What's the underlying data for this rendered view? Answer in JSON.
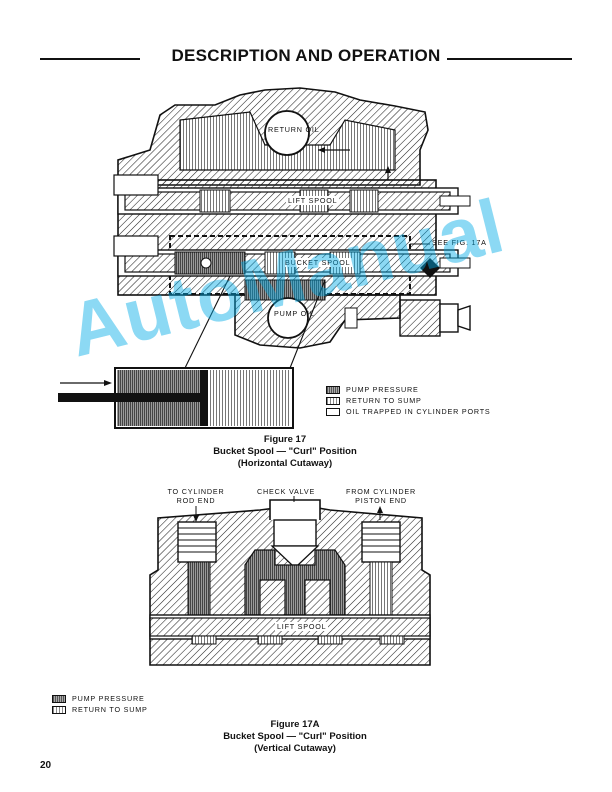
{
  "header": {
    "title": "DESCRIPTION AND OPERATION"
  },
  "figure17": {
    "labels": {
      "return_oil": "RETURN OIL",
      "lift_spool": "LIFT SPOOL",
      "bucket_spool": "BUCKET SPOOL",
      "pump_oil": "PUMP OIL",
      "see_fig": "SEE FIG. 17A"
    },
    "legend": [
      {
        "label": "PUMP PRESSURE",
        "pattern": "dense-hatch"
      },
      {
        "label": "RETURN TO SUMP",
        "pattern": "light-hatch"
      },
      {
        "label": "OIL TRAPPED IN CYLINDER PORTS",
        "pattern": "blank"
      }
    ],
    "caption": {
      "number": "Figure 17",
      "title": "Bucket Spool — \"Curl\" Position",
      "subtitle": "(Horizontal Cutaway)"
    }
  },
  "figure17a": {
    "labels": {
      "to_cylinder_rod_line1": "TO CYLINDER",
      "to_cylinder_rod_line2": "ROD END",
      "check_valve": "CHECK VALVE",
      "from_cylinder_line1": "FROM CYLINDER",
      "from_cylinder_line2": "PISTON END",
      "lift_spool": "LIFT SPOOL"
    },
    "legend": [
      {
        "label": "PUMP PRESSURE",
        "pattern": "dense-hatch"
      },
      {
        "label": "RETURN TO SUMP",
        "pattern": "light-hatch"
      }
    ],
    "caption": {
      "number": "Figure 17A",
      "title": "Bucket Spool — \"Curl\" Position",
      "subtitle": "(Vertical Cutaway)"
    }
  },
  "footer": {
    "page_number": "20"
  },
  "watermark": {
    "text": "AutoManual",
    "color": "#00aae6"
  }
}
